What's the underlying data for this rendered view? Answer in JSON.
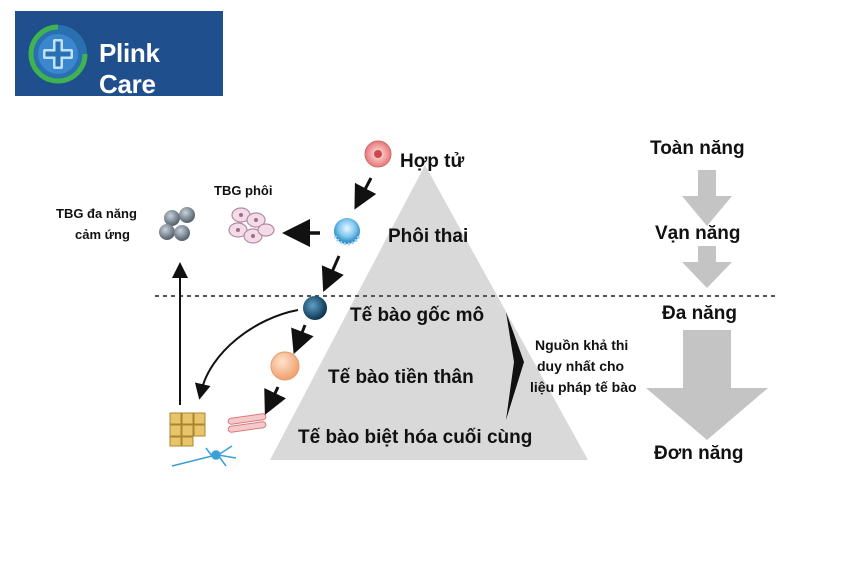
{
  "brand": {
    "name": "Plink Care"
  },
  "diagram": {
    "pyramid_levels": [
      "Hợp tử",
      "Phôi thai",
      "Tế bào gốc mô",
      "Tế bào tiền thân",
      "Tế bào biệt hóa cuối cùng"
    ],
    "potency_levels": [
      "Toàn năng",
      "Vạn năng",
      "Đa năng",
      "Đơn năng"
    ],
    "side_labels": {
      "embryonic_stem_cells": "TBG phôi",
      "induced_pluripotent_line1": "TBG đa năng",
      "induced_pluripotent_line2": "cảm ứng"
    },
    "note_lines": [
      "Nguồn khả thi",
      "duy nhất cho",
      "liệu pháp tế bào"
    ]
  },
  "colors": {
    "brand_bg": "#1f4f8c",
    "pyramid": "#d9d9d9",
    "arrow_gray": "#c4c4c4",
    "dashed_line": "#555555"
  },
  "icons": [
    "logo-icon",
    "zygote-icon",
    "embryo-icon",
    "esc-cluster-icon",
    "ipsc-cluster-icon",
    "tissue-stem-cell-icon",
    "progenitor-cell-icon",
    "tissue-cells-icon",
    "muscle-fiber-icon",
    "neuron-icon"
  ]
}
